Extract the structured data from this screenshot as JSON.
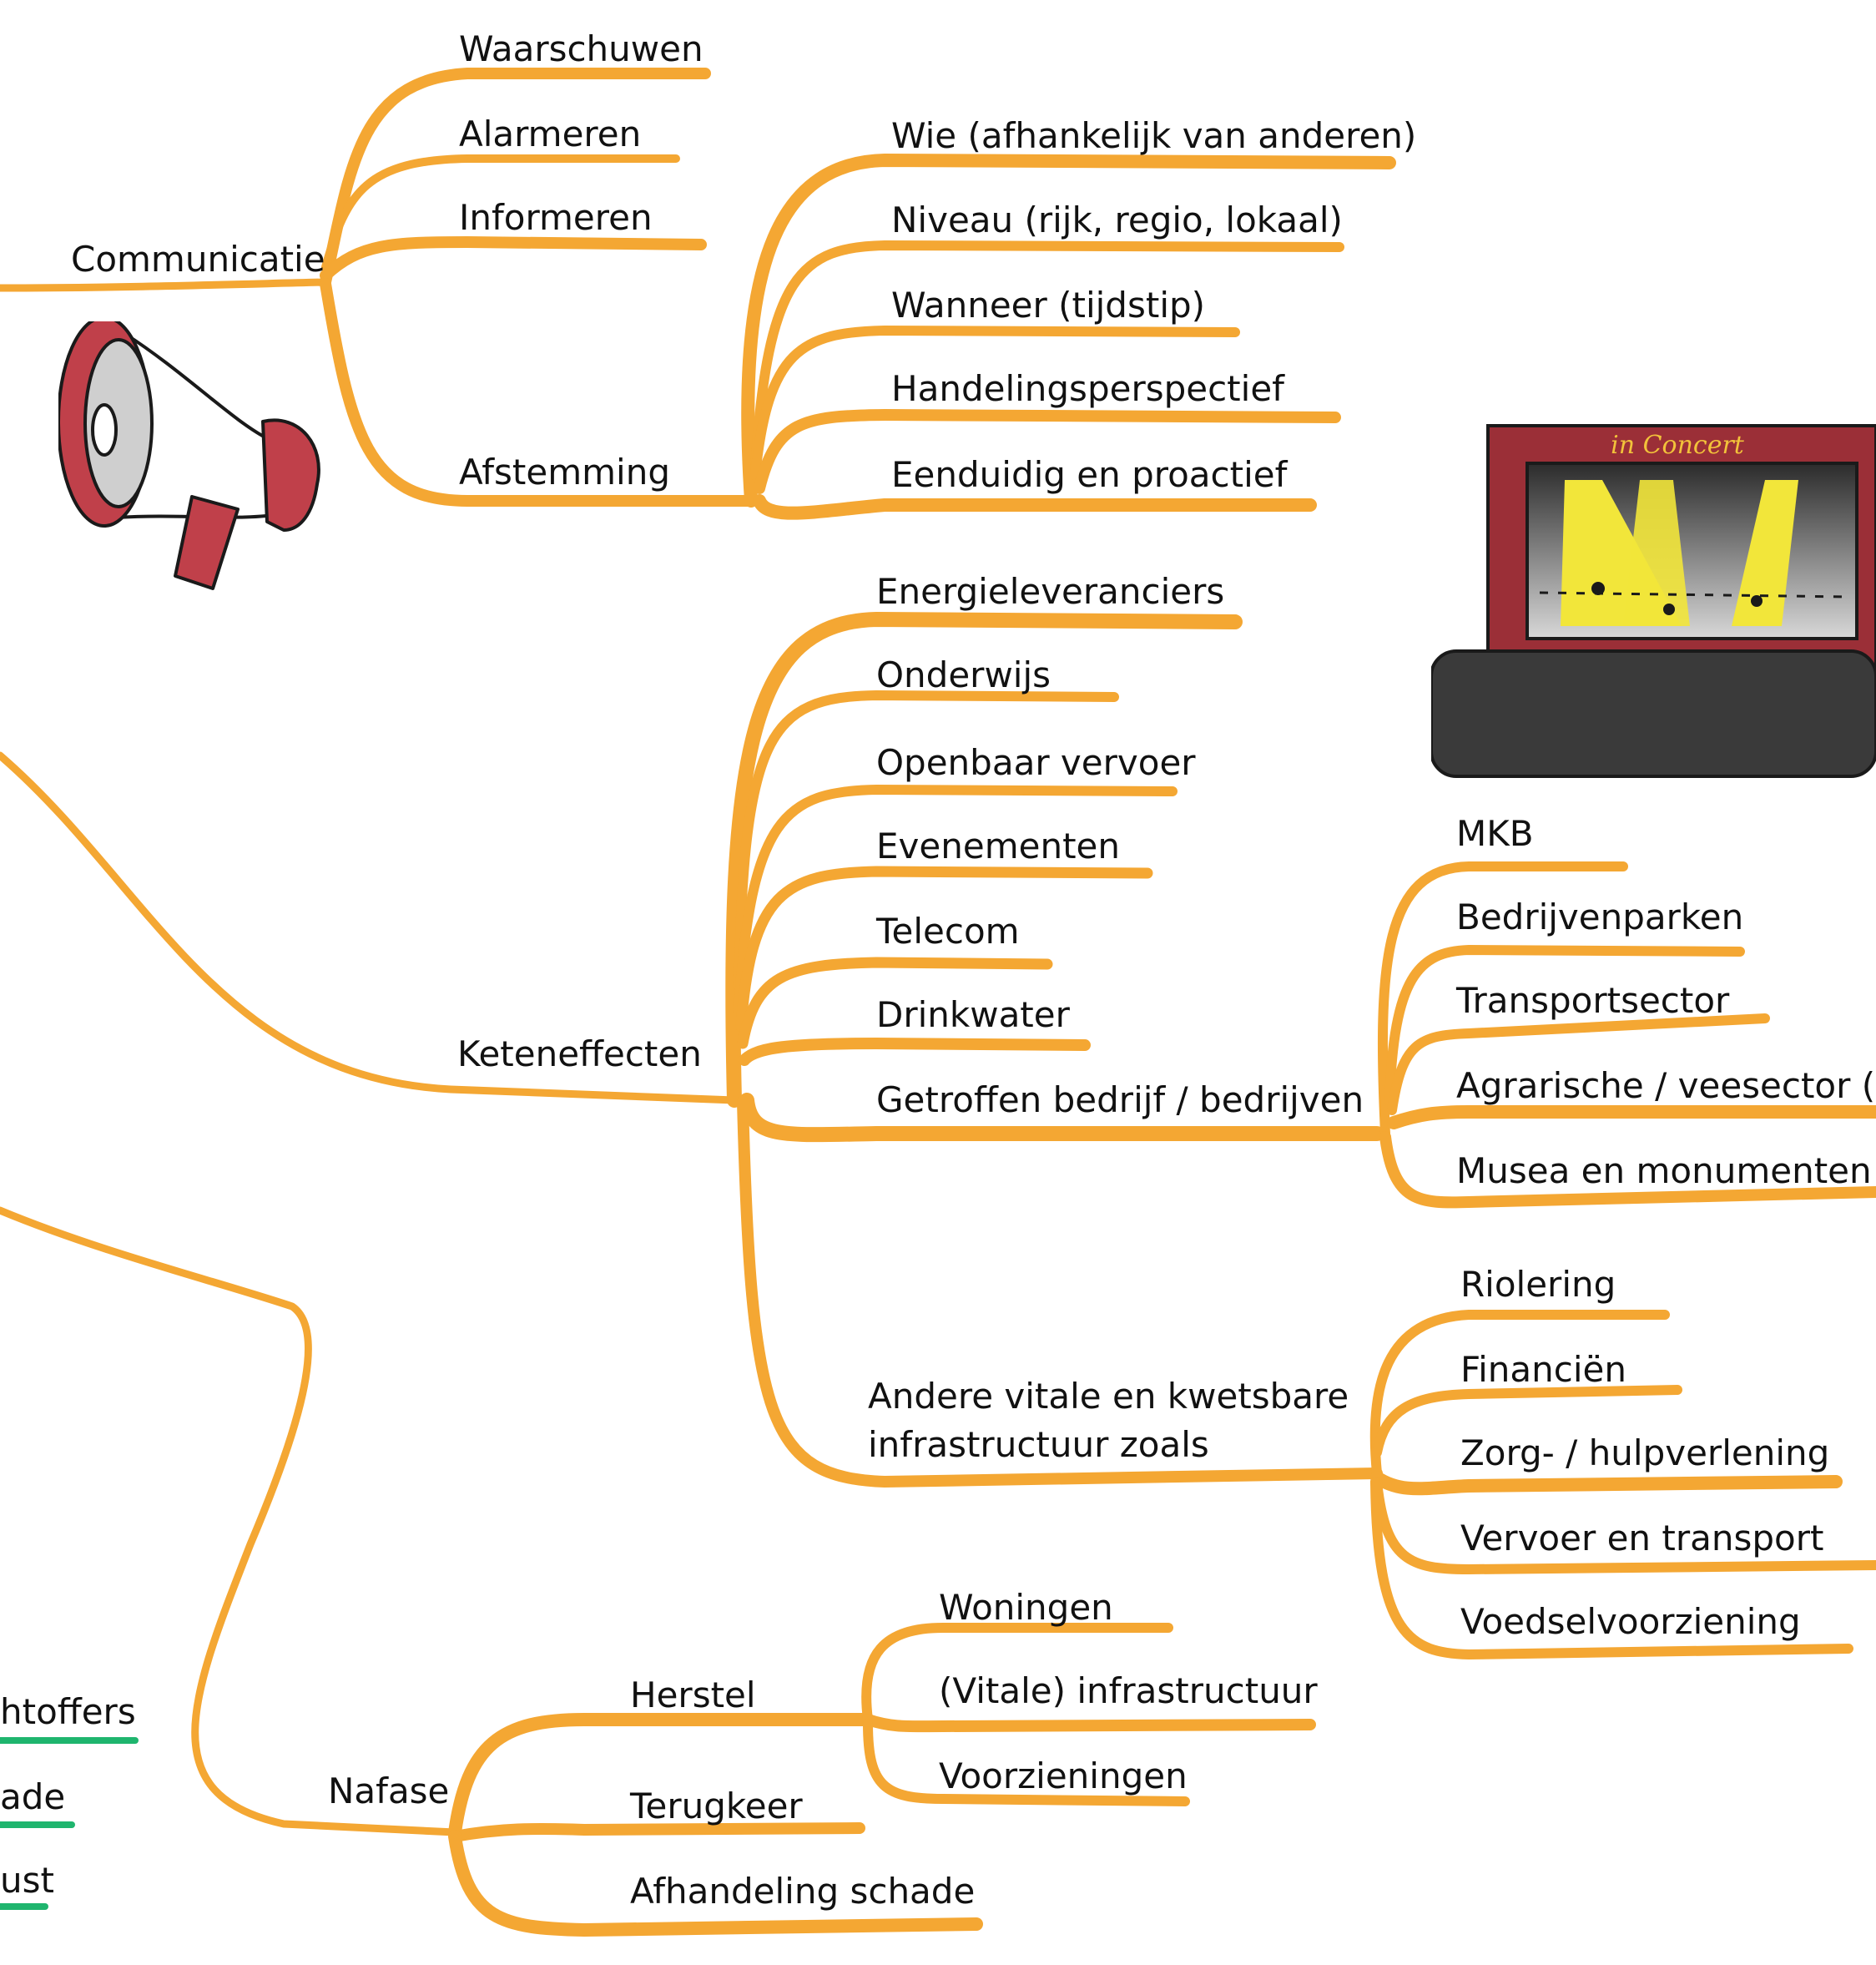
{
  "branches": {
    "communicatie": {
      "label": "Communicatie",
      "children": [
        "Waarschuwen",
        "Alarmeren",
        "Informeren",
        "Afstemming"
      ],
      "afstemming": [
        "Wie (afhankelijk van anderen)",
        "Niveau (rijk, regio, lokaal)",
        "Wanneer (tijdstip)",
        "Handelingsperspectief",
        "Eenduidig en proactief"
      ]
    },
    "keteneffecten": {
      "label": "Keteneffecten",
      "children": [
        "Energieleveranciers",
        "Onderwijs",
        "Openbaar vervoer",
        "Evenementen",
        "Telecom",
        "Drinkwater",
        "Getroffen bedrijf / bedrijven"
      ],
      "bedrijven": [
        "MKB",
        "Bedrijvenparken",
        "Transportsector",
        "Agrarische / veesector (LT",
        "Musea en monumenten"
      ],
      "andere_line1": "Andere vitale en kwetsbare",
      "andere_line2": "infrastructuur zoals",
      "infrastructuur": [
        "Riolering",
        "Financiën",
        "Zorg- / hulpverlening",
        "Vervoer en transport",
        "Voedselvoorziening"
      ]
    },
    "nafase": {
      "label": "Nafase",
      "children": [
        "Herstel",
        "Terugkeer",
        "Afhandeling schade"
      ],
      "herstel": [
        "Woningen",
        "(Vitale) infrastructuur",
        "Voorzieningen"
      ]
    },
    "left_cut": [
      "htoffers",
      "ade",
      "ust"
    ]
  },
  "illustrations": {
    "concert_sign": "in Concert",
    "megaphone_icon": "megaphone-icon",
    "concert_icon": "concert-stage-icon"
  },
  "colors": {
    "branch": "#f4a733",
    "green_branch": "#1fb56e",
    "megaphone": "#c0404a"
  }
}
